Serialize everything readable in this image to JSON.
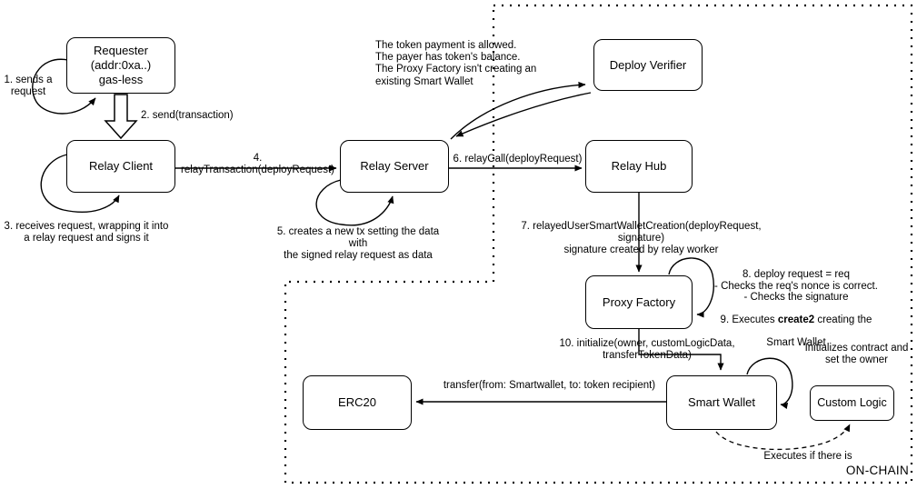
{
  "nodes": {
    "requester": {
      "label": "Requester\n(addr:0xa..)\ngas-less"
    },
    "relay_client": {
      "label": "Relay Client"
    },
    "relay_server": {
      "label": "Relay Server"
    },
    "deploy_verifier": {
      "label": "Deploy Verifier"
    },
    "relay_hub": {
      "label": "Relay Hub"
    },
    "proxy_factory": {
      "label": "Proxy Factory"
    },
    "erc20": {
      "label": "ERC20"
    },
    "smart_wallet": {
      "label": "Smart Wallet"
    },
    "custom_logic": {
      "label": "Custom Logic"
    }
  },
  "ann": {
    "step1": "1. sends a\nrequest",
    "step2": "2. send(transaction)",
    "step3": "3. receives request, wrapping it into\na relay request and signs it",
    "step4": "4. relayTransaction(deployRequest)",
    "step5": "5. creates a new tx setting the data with\nthe signed relay request as data",
    "step6": "6. relayCall(deployRequest)",
    "verifier_note": "The token payment is allowed.\nThe payer has token's balance.\nThe Proxy Factory isn't creating an\nexisting Smart Wallet",
    "step7": "7. relayedUserSmartWalletCreation(deployRequest, signature)\nsignature created by relay worker",
    "step8_lines": "8. deploy request = req\n- Checks the req's nonce is correct.\n- Checks the signature",
    "step9_prefix": "9. Executes ",
    "step9_bold": "create2",
    "step9_suffix": " creating the",
    "step9_last": "Smart Wallet",
    "step10": "10. initialize(owner, customLogicData, transferTokenData)",
    "transfer_label": "transfer(from: Smartwallet, to: token recipient)",
    "init_note": "Initializes contract and\nset the owner",
    "executes_note": "Executes if there is",
    "region_label": "ON-CHAIN"
  },
  "colors": {
    "stroke": "#000000",
    "background": "#ffffff"
  }
}
